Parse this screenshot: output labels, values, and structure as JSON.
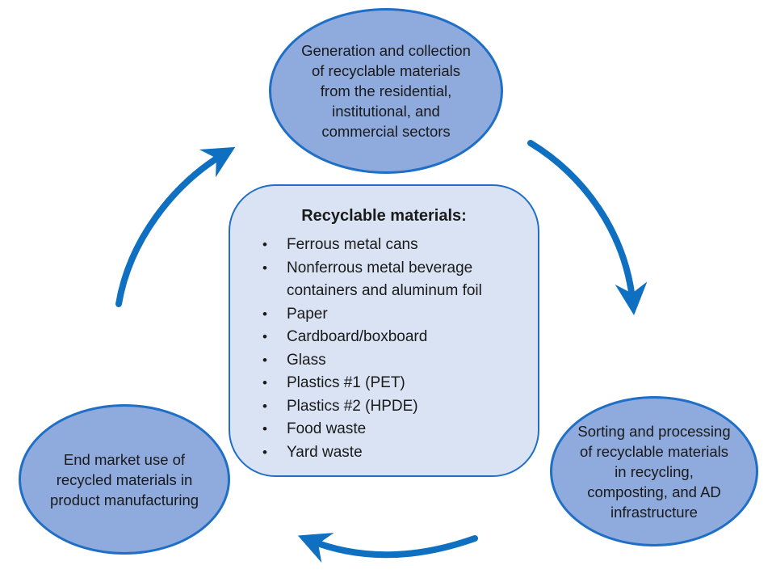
{
  "diagram": {
    "type": "cycle",
    "colors": {
      "node_fill": "#8FAADC",
      "node_border": "#1F6FC6",
      "box_fill": "#DAE3F3",
      "box_border": "#1F6FC6",
      "arrow": "#0F70C1",
      "text": "#1A1A1A",
      "background": "#FFFFFF"
    },
    "nodes": {
      "top": {
        "label": "Generation and collection of recyclable materials from the residential, institutional, and commercial sectors"
      },
      "right": {
        "label": "Sorting and processing of recyclable materials in recycling, composting, and AD infrastructure"
      },
      "left": {
        "label": "End market use of recycled materials in product manufacturing"
      }
    },
    "center_box": {
      "title": "Recyclable materials:",
      "bullet_char": "•",
      "items": [
        "Ferrous metal cans",
        "Nonferrous metal beverage containers and aluminum foil",
        "Paper",
        "Cardboard/boxboard",
        "Glass",
        "Plastics #1 (PET)",
        "Plastics #2 (HPDE)",
        "Food waste",
        "Yard waste"
      ]
    },
    "arrows": [
      {
        "name": "top-to-right",
        "from": "top",
        "to": "right"
      },
      {
        "name": "right-to-left",
        "from": "right",
        "to": "left"
      },
      {
        "name": "left-to-top",
        "from": "left",
        "to": "top"
      }
    ]
  }
}
